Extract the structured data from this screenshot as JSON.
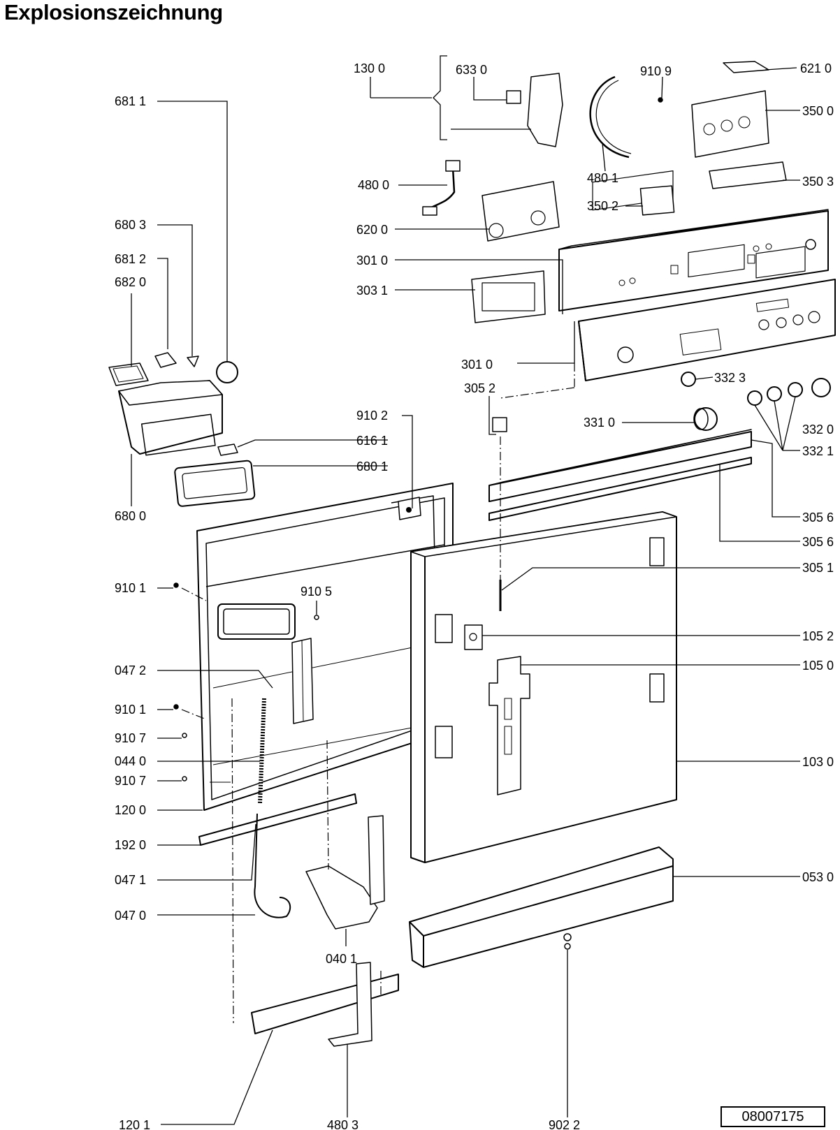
{
  "title": "Explosionszeichnung",
  "document_number": "08007175",
  "callouts": [
    {
      "id": "c0",
      "text": "130 0"
    },
    {
      "id": "c1",
      "text": "633 0"
    },
    {
      "id": "c2",
      "text": "910 9"
    },
    {
      "id": "c3",
      "text": "621 0"
    },
    {
      "id": "c4",
      "text": "681 1"
    },
    {
      "id": "c5",
      "text": "350 0"
    },
    {
      "id": "c6",
      "text": "480 0"
    },
    {
      "id": "c7",
      "text": "480 1"
    },
    {
      "id": "c8",
      "text": "350 3"
    },
    {
      "id": "c9",
      "text": "350 2"
    },
    {
      "id": "c10",
      "text": "620 0"
    },
    {
      "id": "c11",
      "text": "680 3"
    },
    {
      "id": "c12",
      "text": "301 0"
    },
    {
      "id": "c13",
      "text": "681 2"
    },
    {
      "id": "c14",
      "text": "682 0"
    },
    {
      "id": "c15",
      "text": "303 1"
    },
    {
      "id": "c16",
      "text": "301 0"
    },
    {
      "id": "c17",
      "text": "332 3"
    },
    {
      "id": "c18",
      "text": "305 2"
    },
    {
      "id": "c19",
      "text": "910 2"
    },
    {
      "id": "c20",
      "text": "331 0"
    },
    {
      "id": "c21",
      "text": "332 0"
    },
    {
      "id": "c22",
      "text": "616 1"
    },
    {
      "id": "c23",
      "text": "332 1"
    },
    {
      "id": "c24",
      "text": "680 1"
    },
    {
      "id": "c25",
      "text": "305 6"
    },
    {
      "id": "c26",
      "text": "680 0"
    },
    {
      "id": "c27",
      "text": "305 6"
    },
    {
      "id": "c28",
      "text": "305 1"
    },
    {
      "id": "c29",
      "text": "910 1"
    },
    {
      "id": "c30",
      "text": "910 5"
    },
    {
      "id": "c31",
      "text": "105 2"
    },
    {
      "id": "c32",
      "text": "105 0"
    },
    {
      "id": "c33",
      "text": "047 2"
    },
    {
      "id": "c34",
      "text": "910 1"
    },
    {
      "id": "c35",
      "text": "910 7"
    },
    {
      "id": "c36",
      "text": "044 0"
    },
    {
      "id": "c37",
      "text": "103 0"
    },
    {
      "id": "c38",
      "text": "910 7"
    },
    {
      "id": "c39",
      "text": "120 0"
    },
    {
      "id": "c40",
      "text": "192 0"
    },
    {
      "id": "c41",
      "text": "053 0"
    },
    {
      "id": "c42",
      "text": "047 1"
    },
    {
      "id": "c43",
      "text": "047 0"
    },
    {
      "id": "c44",
      "text": "040 1"
    },
    {
      "id": "c45",
      "text": "120 1"
    },
    {
      "id": "c46",
      "text": "480 3"
    },
    {
      "id": "c47",
      "text": "902 2"
    }
  ]
}
